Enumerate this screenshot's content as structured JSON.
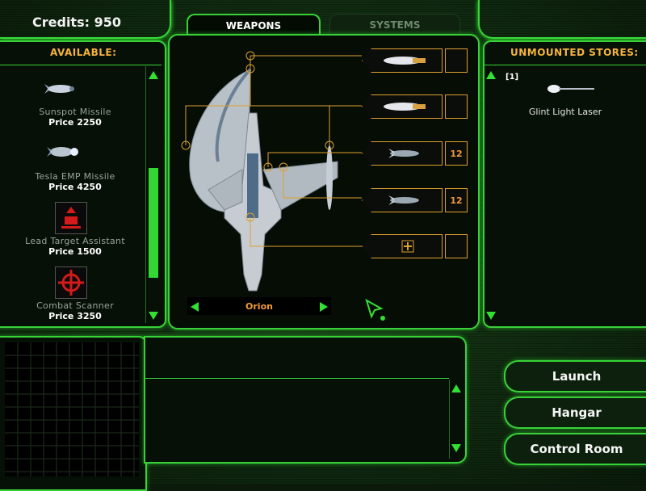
{
  "credits": "Credits: 950",
  "tabs": {
    "weapons": "WEAPONS",
    "systems": "SYSTEMS"
  },
  "available": {
    "header": "AVAILABLE:",
    "items": [
      {
        "name": "Sunspot Missile",
        "price": "Price 2250",
        "icon": "missile-icon"
      },
      {
        "name": "Tesla EMP Missile",
        "price": "Price 4250",
        "icon": "emp-missile-icon"
      },
      {
        "name": "Lead Target Assistant",
        "price": "Price 1500",
        "icon": "lead-target-icon"
      },
      {
        "name": "Combat Scanner",
        "price": "Price 3250",
        "icon": "scanner-icon"
      }
    ]
  },
  "unmounted": {
    "header": "UNMOUNTED STORES:",
    "items": [
      {
        "count": "[1]",
        "name": "Glint Light Laser",
        "icon": "laser-icon"
      }
    ]
  },
  "hardpoints": [
    {
      "icon": "cannon-icon",
      "count": ""
    },
    {
      "icon": "cannon-icon",
      "count": ""
    },
    {
      "icon": "missile-icon",
      "count": "12"
    },
    {
      "icon": "missile-icon",
      "count": "12"
    },
    {
      "icon": "system-icon",
      "count": ""
    }
  ],
  "ship": {
    "name": "Orion"
  },
  "buttons": {
    "launch": "Launch",
    "hangar": "Hangar",
    "control_room": "Control Room"
  },
  "colors": {
    "frame": "#38d238",
    "accent": "#f29a3a",
    "header": "#f7b43d"
  }
}
